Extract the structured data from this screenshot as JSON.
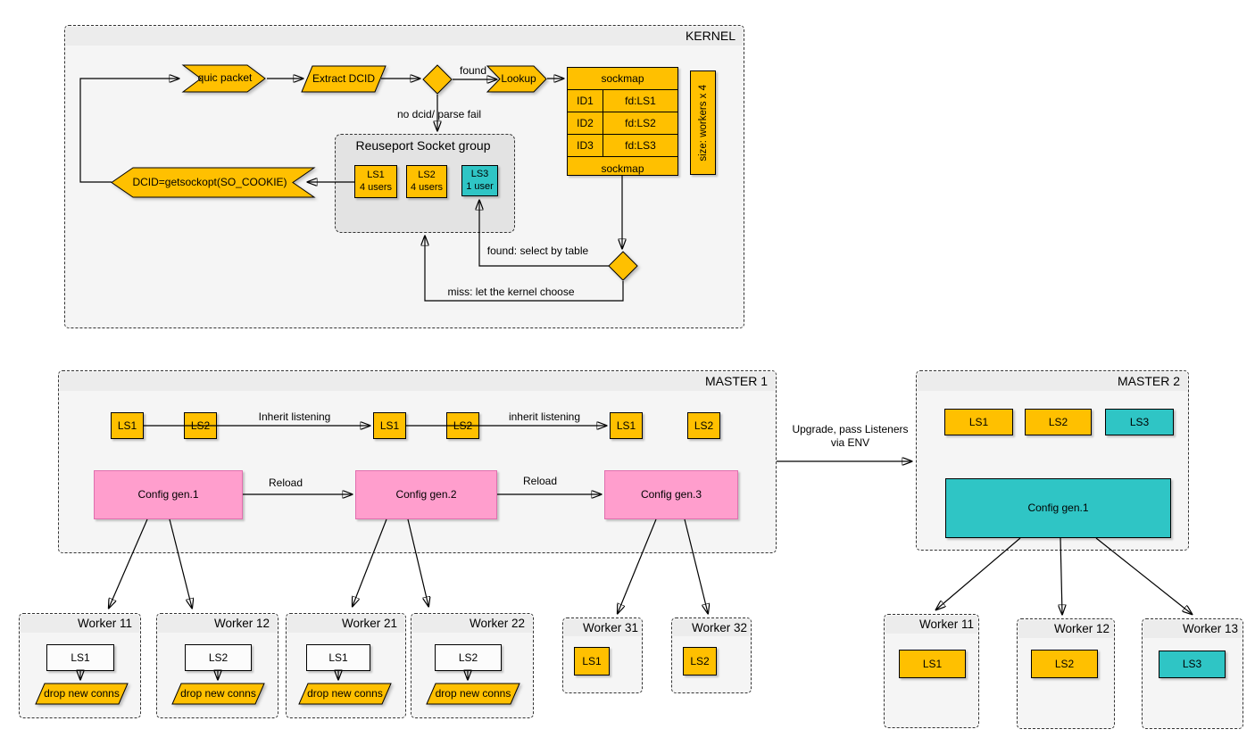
{
  "colors": {
    "yellow": "#ffc000",
    "cyan": "#2fc5c5",
    "pink": "#ff9ecd",
    "container_fill": "#f5f5f5"
  },
  "kernel": {
    "title": "KERNEL",
    "quic_packet": "quic packet",
    "extract_dcid": "Extract DCID",
    "found": "found",
    "lookup": "Lookup",
    "no_dcid": "no dcid/ parse fail",
    "dcid_cookie": "DCID=getsockopt(SO_COOKIE)",
    "reuseport": {
      "title": "Reuseport Socket group",
      "sockets": [
        {
          "name": "LS1",
          "users": "4 users"
        },
        {
          "name": "LS2",
          "users": "4 users"
        },
        {
          "name": "LS3",
          "users": "1 user"
        }
      ]
    },
    "sockmap": {
      "header": "sockmap",
      "rows": [
        {
          "id": "ID1",
          "fd": "fd:LS1"
        },
        {
          "id": "ID2",
          "fd": "fd:LS2"
        },
        {
          "id": "ID3",
          "fd": "fd:LS3"
        }
      ],
      "footer": "sockmap",
      "size_note": "size: workers x 4"
    },
    "found_select": "found: select by table",
    "miss_kernel": "miss: let the kernel choose"
  },
  "master1": {
    "title": "MASTER 1",
    "listeners": [
      "LS1",
      "LS2",
      "LS1",
      "LS2",
      "LS1",
      "LS2"
    ],
    "inherit_label_1": "Inherit listening",
    "inherit_label_2": "inherit listening",
    "configs": [
      "Config gen.1",
      "Config gen.2",
      "Config gen.3"
    ],
    "reload_label_1": "Reload",
    "reload_label_2": "Reload"
  },
  "upgrade": {
    "line1": "Upgrade, pass Listeners",
    "line2": "via ENV"
  },
  "master2": {
    "title": "MASTER 2",
    "listeners": [
      "LS1",
      "LS2",
      "LS3"
    ],
    "config": "Config gen.1"
  },
  "workers_left": [
    {
      "title": "Worker 11",
      "listener": "LS1",
      "drop": "drop new conns"
    },
    {
      "title": "Worker 12",
      "listener": "LS2",
      "drop": "drop new conns"
    },
    {
      "title": "Worker 21",
      "listener": "LS1",
      "drop": "drop new conns"
    },
    {
      "title": "Worker 22",
      "listener": "LS2",
      "drop": "drop new conns"
    }
  ],
  "workers_drained": [
    {
      "title": "Worker 31",
      "listener": "LS1"
    },
    {
      "title": "Worker 32",
      "listener": "LS2"
    }
  ],
  "workers_right": [
    {
      "title": "Worker 11",
      "listener": "LS1"
    },
    {
      "title": "Worker 12",
      "listener": "LS2"
    },
    {
      "title": "Worker 13",
      "listener": "LS3"
    }
  ]
}
